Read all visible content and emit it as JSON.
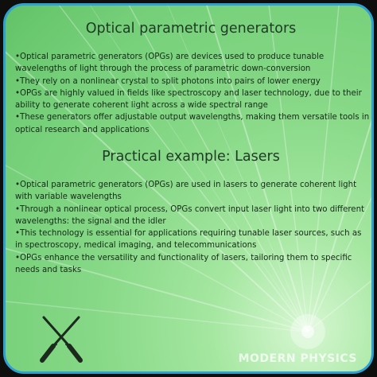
{
  "section1": {
    "title": "Optical parametric generators",
    "bullets": [
      "Optical parametric generators (OPGs) are devices used to produce tunable wavelengths of light through the process of parametric down-conversion",
      "They rely on a nonlinear crystal to split photons into pairs of lower energy",
      "OPGs are highly valued in fields like spectroscopy and laser technology, due to their ability to generate coherent light across a wide spectral range",
      "These generators offer adjustable output wavelengths, making them versatile tools in optical research and applications"
    ]
  },
  "section2": {
    "title": "Practical example: Lasers",
    "bullets": [
      "Optical parametric generators (OPGs) are used in lasers to generate coherent light with variable wavelengths",
      "Through a nonlinear optical process, OPGs convert input laser light into two different wavelengths: the signal and the idler",
      "This technology is essential for applications requiring tunable laser sources, such as in spectroscopy, medical imaging, and telecommunications",
      "OPGs enhance the versatility and functionality of lasers, tailoring them to specific needs and tasks"
    ]
  },
  "brand": "MODERN PHYSICS",
  "icons": {
    "logo": "crossed-lightsabers-icon"
  },
  "colors": {
    "border": "#2f9fd6",
    "background": "#86d886",
    "text": "#152a18"
  }
}
